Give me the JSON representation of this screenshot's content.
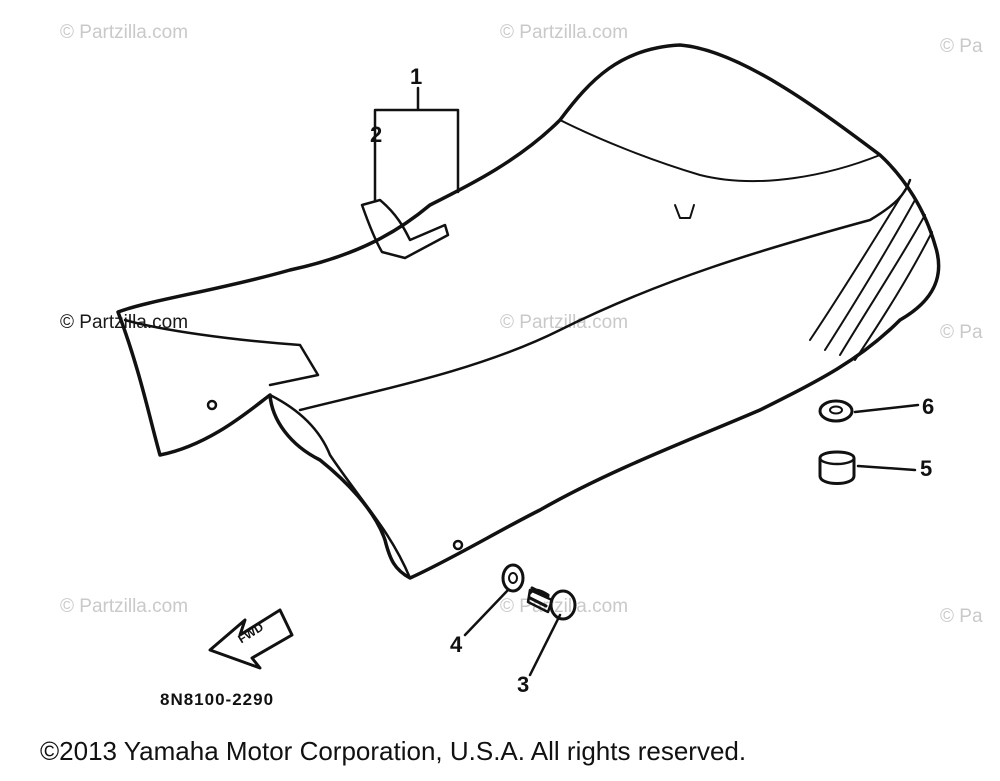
{
  "watermark": "© Partzilla.com",
  "watermark_partial": "© Pa",
  "callouts": {
    "c1": "1",
    "c2": "2",
    "c3": "3",
    "c4": "4",
    "c5": "5",
    "c6": "6"
  },
  "arrow_label": "FWD",
  "diagram_code": "8N8100-2290",
  "copyright": "©2013 Yamaha Motor Corporation, U.S.A. All rights reserved.",
  "colors": {
    "line": "#111111",
    "watermark": "#c9c9c9"
  }
}
